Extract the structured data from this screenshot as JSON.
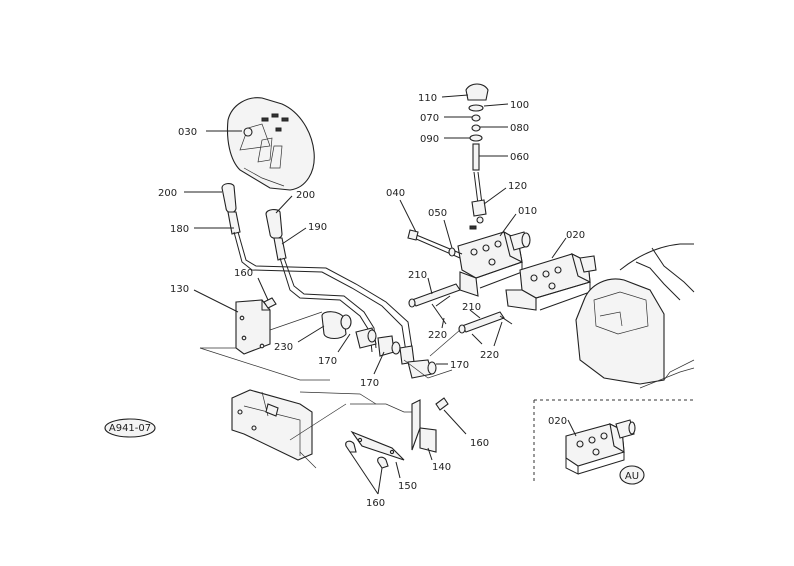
{
  "drawing_code": "A941-07",
  "inset_tag": "AU",
  "parts": {
    "p010": "010",
    "p020": "020",
    "p030": "030",
    "p040": "040",
    "p050": "050",
    "p060": "060",
    "p070": "070",
    "p080": "080",
    "p090": "090",
    "p100": "100",
    "p110": "110",
    "p120": "120",
    "p130": "130",
    "p140": "140",
    "p150": "150",
    "p160": "160",
    "p170": "170",
    "p180": "180",
    "p190": "190",
    "p200": "200",
    "p210": "210",
    "p220": "220",
    "p230": "230"
  }
}
